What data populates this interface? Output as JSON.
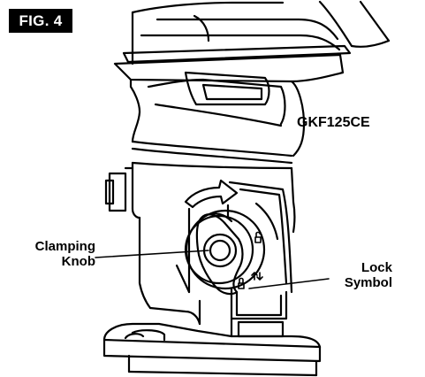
{
  "figure": {
    "badge": "FIG. 4"
  },
  "model_label": "GKF125CE",
  "callouts": {
    "clamping_knob": {
      "line1": "Clamping",
      "line2": "Knob"
    },
    "lock_symbol": {
      "line1": "Lock",
      "line2": "Symbol"
    }
  },
  "colors": {
    "ink": "#000000",
    "paper": "#ffffff"
  },
  "icons": [
    "rotation-arrow-icon",
    "lock-symbol-icon",
    "unlock-symbol-icon",
    "up-down-arrow-icon"
  ]
}
